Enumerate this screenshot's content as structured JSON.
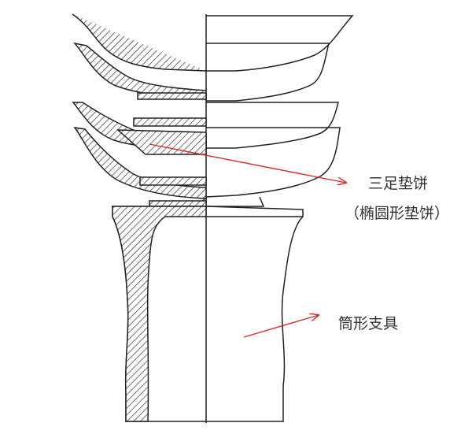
{
  "labels": {
    "pad": "三足垫饼",
    "pad_alt": "（椭圆形垫饼）",
    "support": "筒形支具"
  },
  "colors": {
    "line": "#222222",
    "arrow": "#d42a2a"
  }
}
